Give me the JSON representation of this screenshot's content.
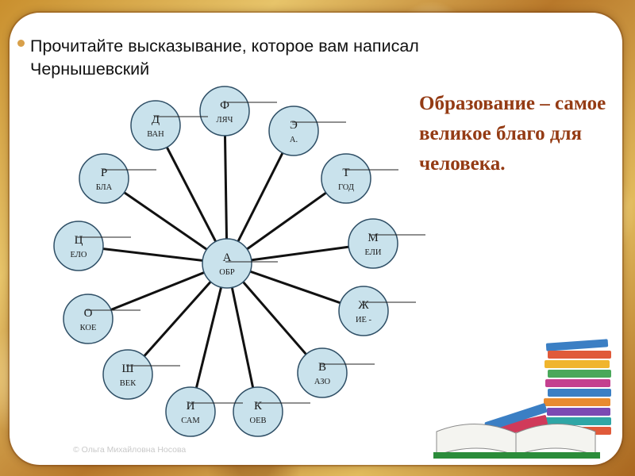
{
  "slide": {
    "heading": "Прочитайте высказывание, которое вам написал Чернышевский",
    "answer": "Образование – самое великое благо для человека.",
    "credit": "© Ольга Михайловна Носова"
  },
  "colors": {
    "frame": "#c98f2e",
    "circle_fill": "#c9e2ec",
    "circle_stroke": "#2f4f66",
    "answer_text": "#943b14"
  },
  "diagram": {
    "center": {
      "letter": "А",
      "fragment": "ОБР"
    },
    "nodes": [
      {
        "letter": "Ф",
        "fragment": "ЛЯЧ"
      },
      {
        "letter": "Э",
        "fragment": "А."
      },
      {
        "letter": "Т",
        "fragment": "ГОД"
      },
      {
        "letter": "М",
        "fragment": "ЕЛИ"
      },
      {
        "letter": "Ж",
        "fragment": "ИЕ -"
      },
      {
        "letter": "В",
        "fragment": "АЗО"
      },
      {
        "letter": "К",
        "fragment": "ОЕВ"
      },
      {
        "letter": "И",
        "fragment": "САМ"
      },
      {
        "letter": "Ш",
        "fragment": "ВЕК"
      },
      {
        "letter": "О",
        "fragment": "КОЕ"
      },
      {
        "letter": "Ц",
        "fragment": "ЕЛО"
      },
      {
        "letter": "Р",
        "fragment": "БЛА"
      },
      {
        "letter": "Д",
        "fragment": "ВАН"
      }
    ]
  },
  "icons": {
    "books": "stack-of-books-icon",
    "open_book": "open-book-icon"
  }
}
